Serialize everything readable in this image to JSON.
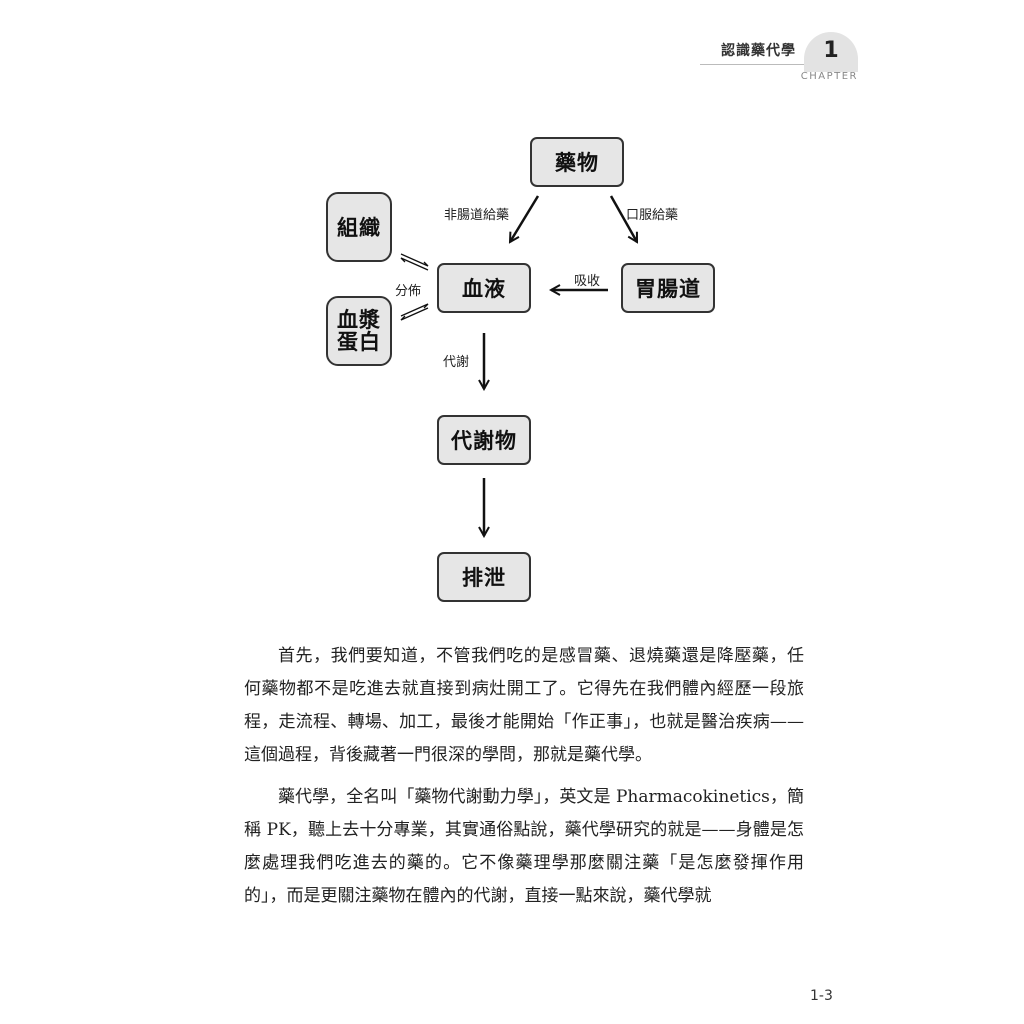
{
  "header": {
    "chapter_title": "認識藥代學",
    "chapter_number": "1",
    "chapter_label": "CHAPTER"
  },
  "diagram": {
    "nodes": {
      "drug": "藥物",
      "tissue": "組織",
      "plasma_protein_top": "血漿",
      "plasma_protein_left": "血",
      "plasma_protein_right": "漿",
      "plasma_protein_left2": "蛋",
      "plasma_protein_right2": "白",
      "blood": "血液",
      "gi_tract": "胃腸道",
      "metabolite": "代謝物",
      "excretion": "排泄"
    },
    "edges": {
      "parenteral": "非腸道給藥",
      "oral": "口服給藥",
      "absorption": "吸收",
      "distribution": "分佈",
      "metabolism": "代謝"
    }
  },
  "body": {
    "paragraphs": [
      "首先，我們要知道，不管我們吃的是感冒藥、退燒藥還是降壓藥，任何藥物都不是吃進去就直接到病灶開工了。它得先在我們體內經歷一段旅程，走流程、轉場、加工，最後才能開始「作正事」，也就是醫治疾病——這個過程，背後藏著一門很深的學問，那就是藥代學。",
      "藥代學，全名叫「藥物代謝動力學」，英文是 Pharmacokinetics，簡稱 PK，聽上去十分專業，其實通俗點說，藥代學研究的就是——身體是怎麼處理我們吃進去的藥的。它不像藥理學那麼關注藥「是怎麼發揮作用的」，而是更關注藥物在體內的代謝，直接一點來說，藥代學就"
    ]
  },
  "footer": {
    "page_number": "1-3"
  }
}
